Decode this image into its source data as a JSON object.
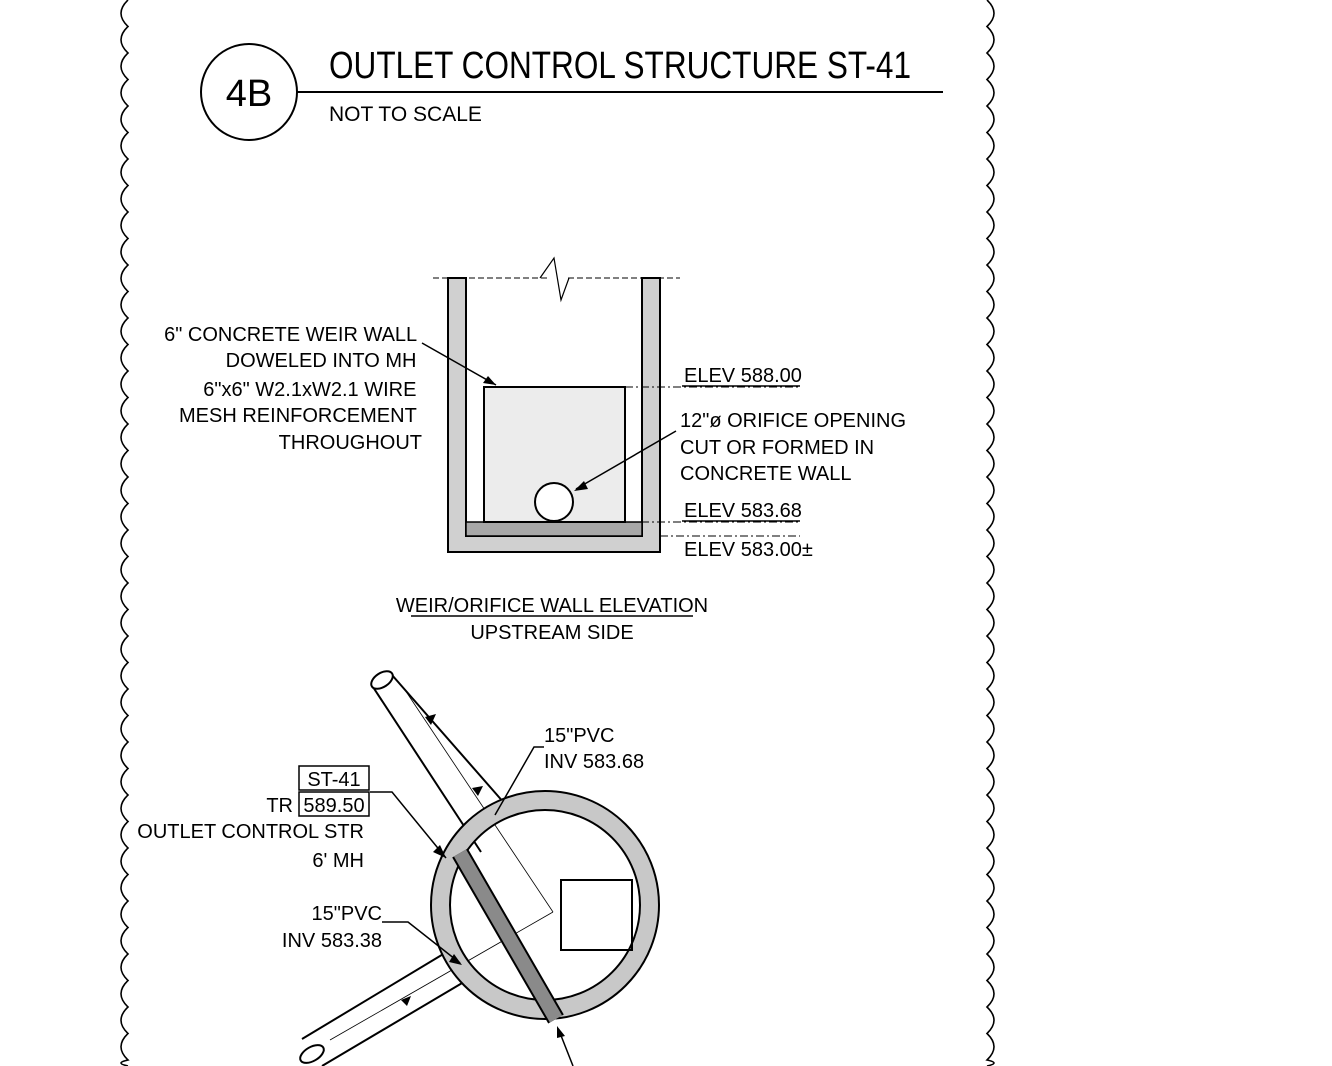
{
  "detail": {
    "number": "4B",
    "title": "OUTLET CONTROL STRUCTURE ST-41",
    "scale_note": "NOT TO SCALE"
  },
  "elevation_view": {
    "weir_wall_note": [
      "6\" CONCRETE WEIR WALL",
      "DOWELED INTO MH",
      "6\"x6\" W2.1xW2.1 WIRE",
      "MESH REINFORCEMENT",
      "THROUGHOUT"
    ],
    "elev_top": "ELEV 588.00",
    "orifice_note": [
      "12\"ø ORIFICE OPENING",
      "CUT OR FORMED IN",
      "CONCRETE WALL"
    ],
    "elev_invert": "ELEV 583.68",
    "elev_bottom": "ELEV 583.00±",
    "caption": "WEIR/ORIFICE WALL ELEVATION",
    "caption_sub": "UPSTREAM SIDE"
  },
  "plan_view": {
    "inlet_pipe": "15\"PVC",
    "inlet_inv": "INV 583.68",
    "structure_id": "ST-41",
    "tr_prefix": "TR",
    "tr_value": "589.50",
    "structure_type": "OUTLET CONTROL STR",
    "structure_size": "6' MH",
    "outlet_pipe": "15\"PVC",
    "outlet_inv": "INV 583.38"
  },
  "colors": {
    "line": "#000000",
    "wall_fill": "#d0d0d0",
    "weir_fill": "#ececec",
    "weir_plan_fill": "#8a8a8a"
  }
}
